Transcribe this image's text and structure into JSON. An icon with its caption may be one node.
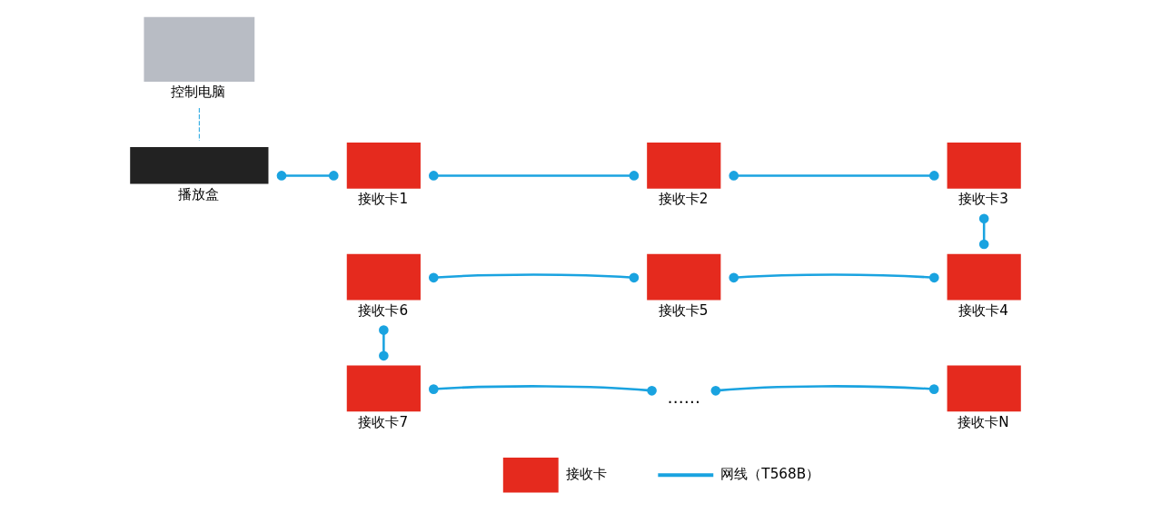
{
  "diagram": {
    "nodes": [
      {
        "text": [],
        "shape": "box",
        "beside": [
          "控制电脑"
        ]
      },
      {
        "text": [],
        "shape": "box",
        "beside": [
          "播放盒"
        ]
      },
      {
        "text": [],
        "shape": "box",
        "beside": [
          "接收卡1"
        ]
      },
      {
        "text": [],
        "shape": "box",
        "beside": [
          "接收卡2"
        ]
      },
      {
        "text": [],
        "shape": "box",
        "beside": [
          "接收卡3"
        ]
      },
      {
        "text": [],
        "shape": "box",
        "beside": [
          "接收卡4"
        ]
      },
      {
        "text": [],
        "shape": "box",
        "beside": [
          "接收卡5"
        ]
      },
      {
        "text": [],
        "shape": "box",
        "beside": [
          "接收卡6"
        ]
      },
      {
        "text": [],
        "shape": "box",
        "beside": [
          "接收卡7"
        ]
      },
      {
        "text": [
          "……"
        ]
      },
      {
        "text": [],
        "shape": "box",
        "beside": [
          "接收卡N"
        ]
      }
    ],
    "edges": [
      {
        "from": 0,
        "to": 1,
        "arrow": "none",
        "style": "dashed"
      },
      {
        "from": 1,
        "to": 2,
        "arrow": "other"
      },
      {
        "from": 2,
        "to": 3,
        "arrow": "other"
      },
      {
        "from": 3,
        "to": 4,
        "arrow": "other"
      },
      {
        "from": 4,
        "to": 5,
        "arrow": "other"
      },
      {
        "from": 5,
        "to": 6,
        "arrow": "other"
      },
      {
        "from": 6,
        "to": 7,
        "arrow": "other"
      },
      {
        "from": 7,
        "to": 8,
        "arrow": "other"
      },
      {
        "from": 8,
        "to": 9,
        "arrow": "other"
      },
      {
        "from": 9,
        "to": 10,
        "arrow": "other"
      }
    ],
    "legend": [
      {
        "text": "接收卡"
      },
      {
        "text": "网线（T568B）"
      }
    ]
  }
}
